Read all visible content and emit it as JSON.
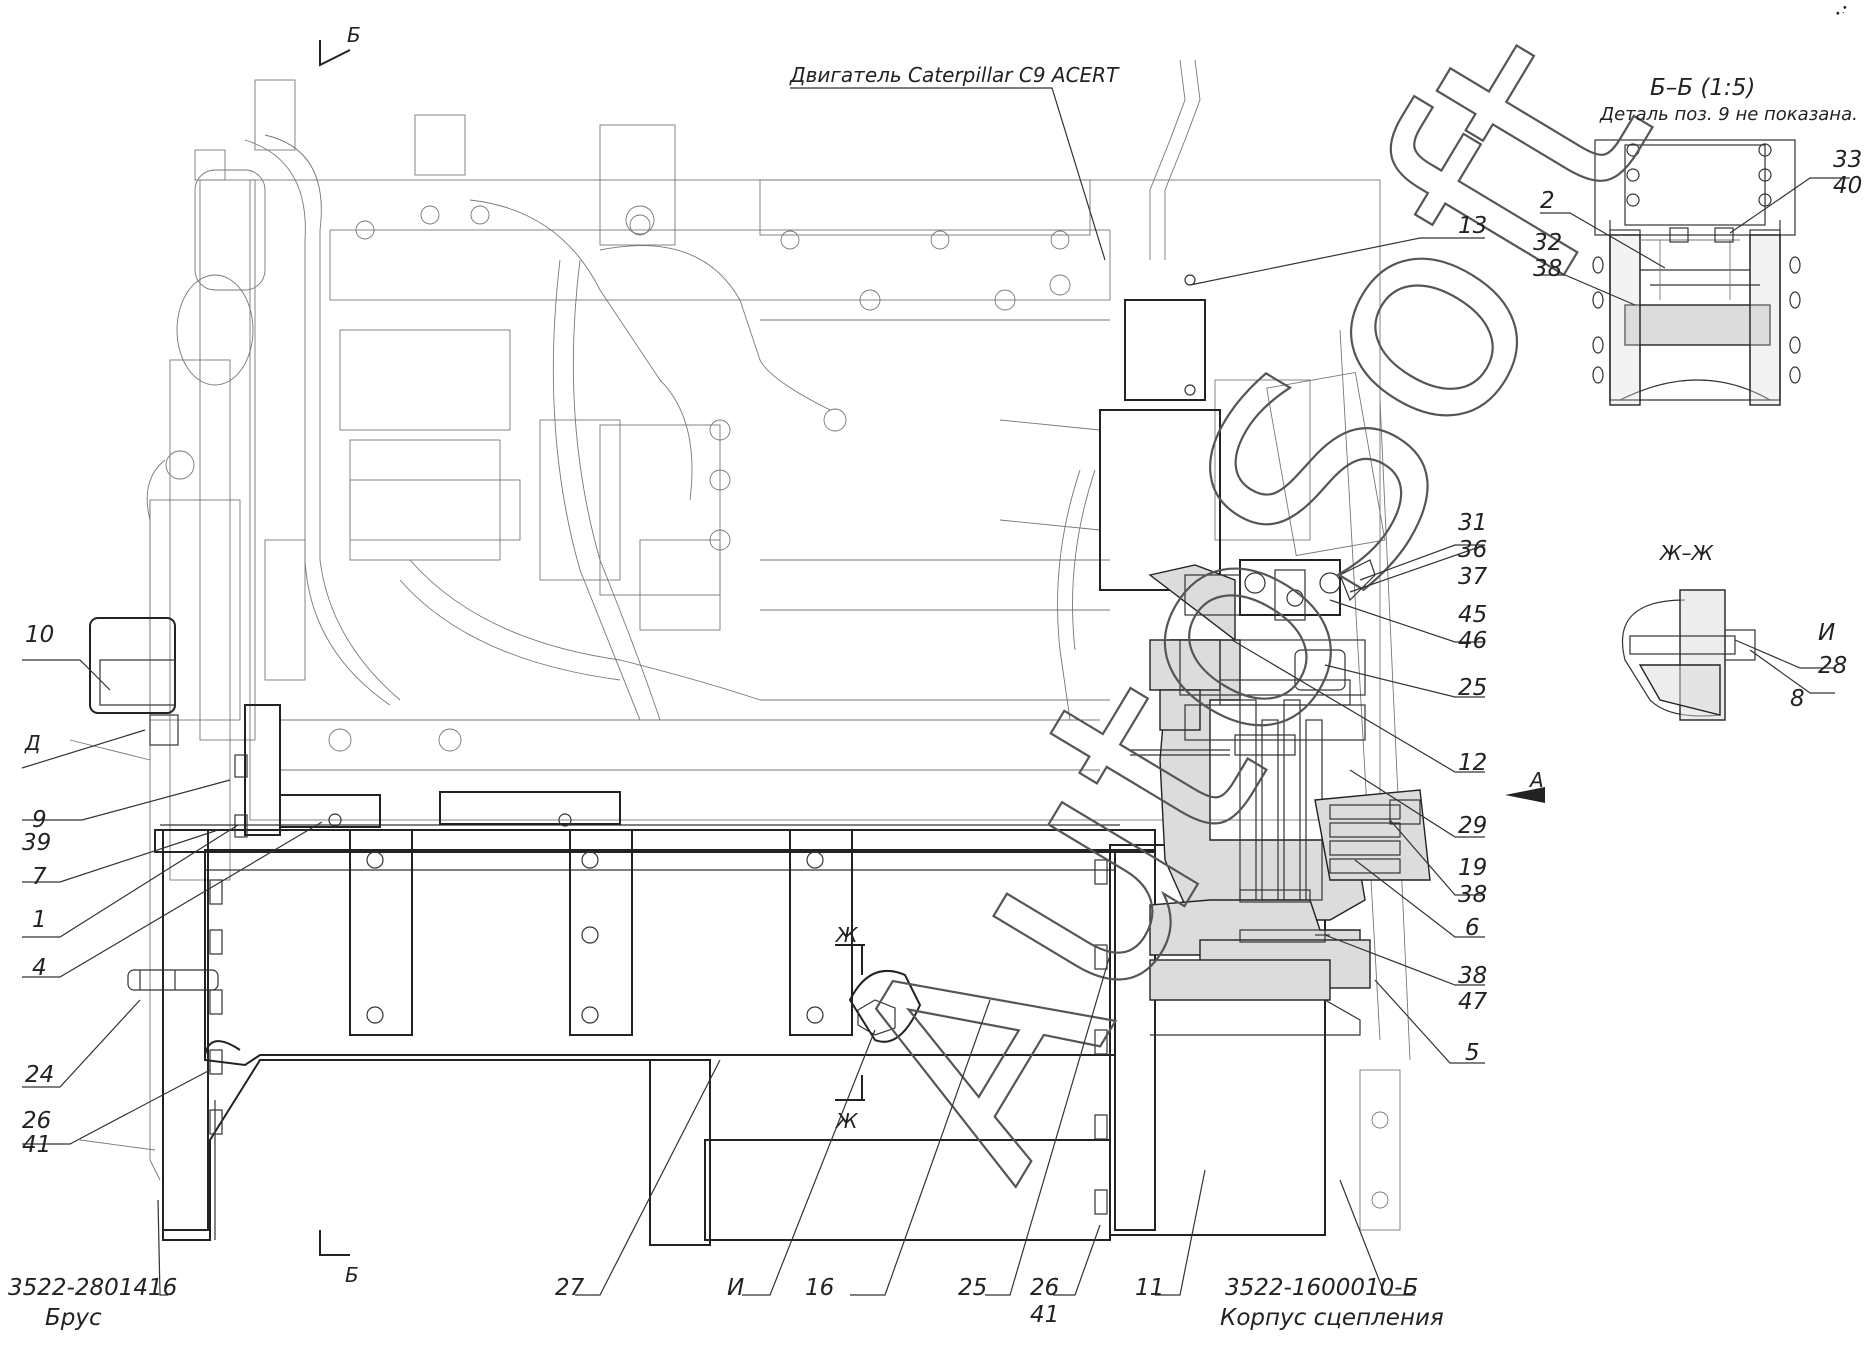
{
  "drawing": {
    "engine_label": "Двигатель Caterpillar C9 ACERT",
    "section_bb_title": "Б–Б (1:5)",
    "section_bb_note": "Деталь поз. 9 не показана.",
    "section_zhzh_title": "Ж–Ж",
    "watermark": "AutoSoft",
    "corner_mark": "•.•",
    "section_marks": {
      "b_top": "Б",
      "b_bottom": "Б",
      "a_view": "А",
      "d_mark": "Д",
      "zh_top": "Ж",
      "zh_bottom": "Ж",
      "i_mark": "И"
    },
    "labels": [
      {
        "id": "p13",
        "text": "13"
      },
      {
        "id": "p10",
        "text": "10"
      },
      {
        "id": "p9",
        "text": "9"
      },
      {
        "id": "p39",
        "text": "39"
      },
      {
        "id": "p7",
        "text": "7"
      },
      {
        "id": "p1",
        "text": "1"
      },
      {
        "id": "p4",
        "text": "4"
      },
      {
        "id": "p24",
        "text": "24"
      },
      {
        "id": "p26a",
        "text": "26"
      },
      {
        "id": "p41a",
        "text": "41"
      },
      {
        "id": "p31",
        "text": "31"
      },
      {
        "id": "p36",
        "text": "36"
      },
      {
        "id": "p37",
        "text": "37"
      },
      {
        "id": "p45",
        "text": "45"
      },
      {
        "id": "p46",
        "text": "46"
      },
      {
        "id": "p25a",
        "text": "25"
      },
      {
        "id": "p12",
        "text": "12"
      },
      {
        "id": "p29",
        "text": "29"
      },
      {
        "id": "p19",
        "text": "19"
      },
      {
        "id": "p38a",
        "text": "38"
      },
      {
        "id": "p6",
        "text": "6"
      },
      {
        "id": "p38b",
        "text": "38"
      },
      {
        "id": "p47",
        "text": "47"
      },
      {
        "id": "p5",
        "text": "5"
      },
      {
        "id": "p2",
        "text": "2"
      },
      {
        "id": "p32",
        "text": "32"
      },
      {
        "id": "p38c",
        "text": "38"
      },
      {
        "id": "p33",
        "text": "33"
      },
      {
        "id": "p40",
        "text": "40"
      },
      {
        "id": "p28",
        "text": "28"
      },
      {
        "id": "p8",
        "text": "8"
      },
      {
        "id": "p27",
        "text": "27"
      },
      {
        "id": "pI",
        "text": "И"
      },
      {
        "id": "p16",
        "text": "16"
      },
      {
        "id": "p25b",
        "text": "25"
      },
      {
        "id": "p26b",
        "text": "26"
      },
      {
        "id": "p41b",
        "text": "41"
      },
      {
        "id": "p11",
        "text": "11"
      }
    ],
    "callouts": {
      "brus_code": "3522-2801416",
      "brus_name": "Брус",
      "housing_code": "3522-1600010-Б",
      "housing_name": "Корпус сцепления"
    }
  }
}
